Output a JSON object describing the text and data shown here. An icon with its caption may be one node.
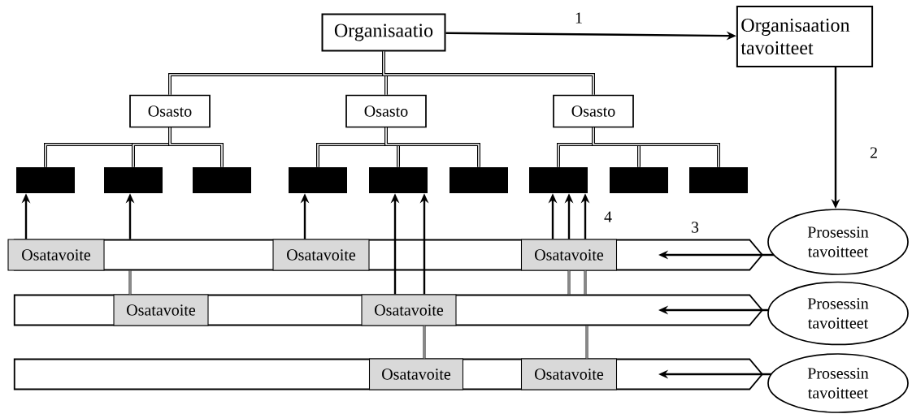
{
  "diagram": {
    "nodes": [
      {
        "text": [
          "Organisaatio"
        ]
      },
      {
        "text": [
          "Organisaation tavoitteet"
        ]
      },
      {
        "text": [
          "Osasto"
        ]
      },
      {
        "text": [
          "Osasto"
        ]
      },
      {
        "text": [
          "Osasto"
        ]
      },
      {
        "text": [],
        "shape": "box"
      },
      {
        "text": [],
        "shape": "box"
      },
      {
        "text": [],
        "shape": "box"
      },
      {
        "text": [],
        "shape": "box"
      },
      {
        "text": [],
        "shape": "box"
      },
      {
        "text": [],
        "shape": "box"
      },
      {
        "text": [],
        "shape": "box"
      },
      {
        "text": [],
        "shape": "box"
      },
      {
        "text": [],
        "shape": "box"
      },
      {
        "text": [],
        "shape": "band"
      },
      {
        "text": [
          "Osatavoite"
        ],
        "in": 14
      },
      {
        "text": [
          "Osatavoite"
        ],
        "in": 14
      },
      {
        "text": [
          "Osatavoite"
        ],
        "in": 14
      },
      {
        "text": [
          "Prosessin tavoitteet"
        ]
      },
      {
        "text": [],
        "shape": "band"
      },
      {
        "text": [
          "Osatavoite"
        ],
        "in": 19
      },
      {
        "text": [
          "Osatavoite"
        ],
        "in": 19
      },
      {
        "text": [
          "Prosessin tavoitteet"
        ]
      },
      {
        "text": [],
        "shape": "band"
      },
      {
        "text": [
          "Osatavoite"
        ],
        "in": 23
      },
      {
        "text": [
          "Osatavoite"
        ],
        "in": 23
      },
      {
        "text": [
          "Prosessin tavoitteet"
        ]
      }
    ],
    "edges": [
      {
        "from": 0,
        "to": 1,
        "arrow": "to",
        "label": "1"
      },
      {
        "from": 1,
        "to": 18,
        "arrow": "to",
        "label": "2"
      },
      {
        "from": 0,
        "to": 2,
        "arrow": "none"
      },
      {
        "from": 0,
        "to": 3,
        "arrow": "none"
      },
      {
        "from": 0,
        "to": 4,
        "arrow": "none"
      },
      {
        "from": 2,
        "to": 5,
        "arrow": "none"
      },
      {
        "from": 2,
        "to": 6,
        "arrow": "none"
      },
      {
        "from": 2,
        "to": 7,
        "arrow": "none"
      },
      {
        "from": 3,
        "to": 8,
        "arrow": "none"
      },
      {
        "from": 3,
        "to": 9,
        "arrow": "none"
      },
      {
        "from": 3,
        "to": 10,
        "arrow": "none"
      },
      {
        "from": 4,
        "to": 11,
        "arrow": "none"
      },
      {
        "from": 4,
        "to": 12,
        "arrow": "none"
      },
      {
        "from": 4,
        "to": 13,
        "arrow": "none"
      },
      {
        "from": 18,
        "to": 14,
        "arrow": "to",
        "label": "3"
      },
      {
        "from": 22,
        "to": 19,
        "arrow": "to"
      },
      {
        "from": 26,
        "to": 23,
        "arrow": "to"
      },
      {
        "from": 15,
        "to": 5,
        "arrow": "to"
      },
      {
        "from": 20,
        "to": 14,
        "arrow": "none"
      },
      {
        "from": 14,
        "to": 6,
        "arrow": "to"
      },
      {
        "from": 16,
        "to": 8,
        "arrow": "to"
      },
      {
        "from": 21,
        "to": 9,
        "arrow": "to"
      },
      {
        "from": 24,
        "to": 21,
        "arrow": "none"
      },
      {
        "from": 21,
        "to": 9,
        "arrow": "to"
      },
      {
        "from": 17,
        "to": 11,
        "arrow": "to"
      },
      {
        "from": 17,
        "to": 11,
        "arrow": "to"
      },
      {
        "from": 17,
        "to": 11,
        "arrow": "to"
      },
      {
        "from": 19,
        "to": 17,
        "arrow": "none"
      },
      {
        "from": 19,
        "to": 17,
        "arrow": "none"
      },
      {
        "from": 25,
        "to": 19,
        "arrow": "none"
      }
    ],
    "labels": [
      "4"
    ]
  }
}
